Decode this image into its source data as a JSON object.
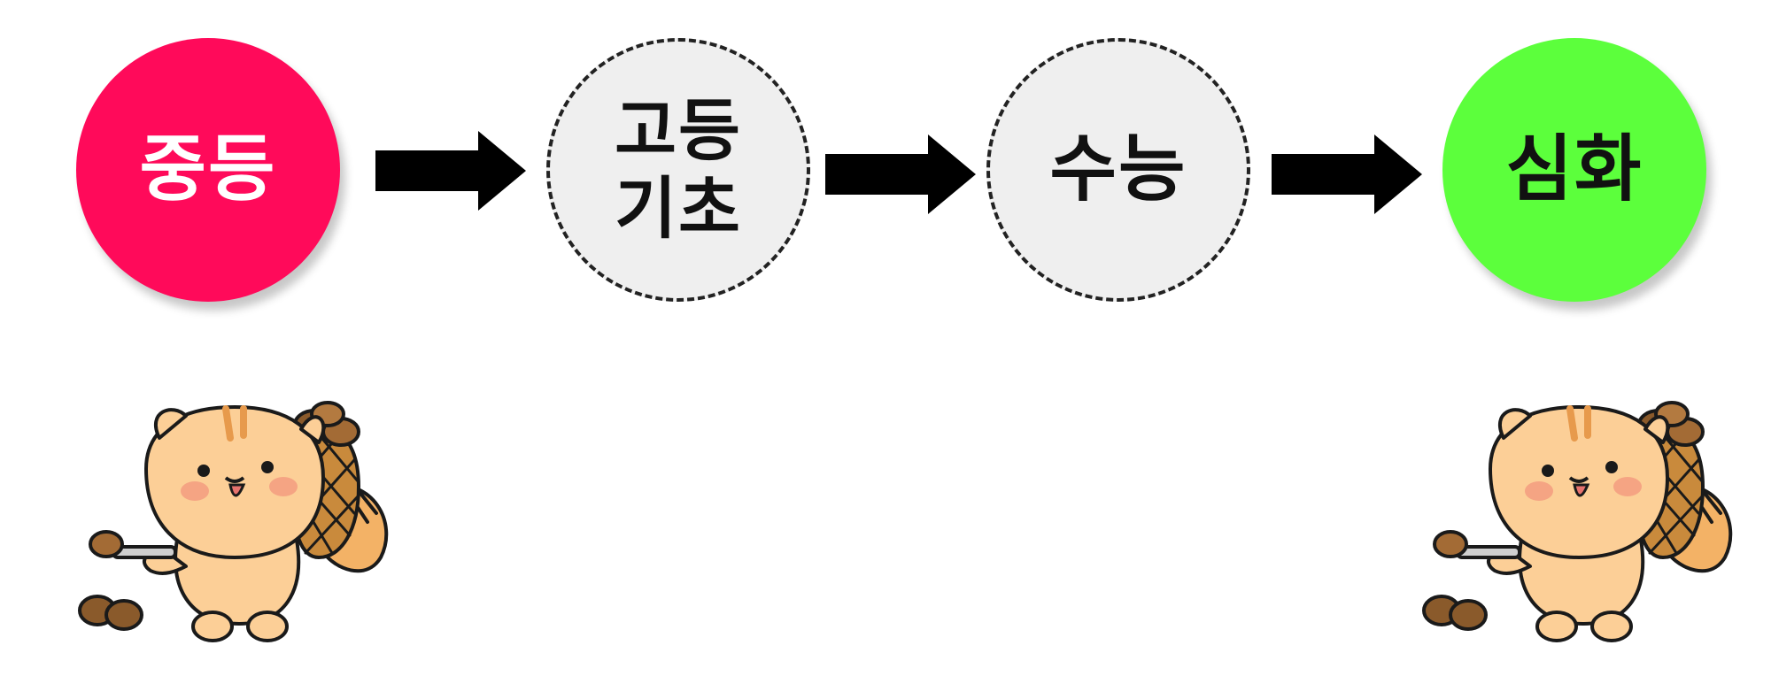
{
  "stages": [
    {
      "label": "중등",
      "fill": "#ff0a5a",
      "style": "filled"
    },
    {
      "label": "고등\n기초",
      "fill": "#efefef",
      "style": "dashed"
    },
    {
      "label": "수능",
      "fill": "#efefef",
      "style": "dashed"
    },
    {
      "label": "심화",
      "fill": "#5cff3c",
      "style": "filled"
    }
  ],
  "connectors": [
    "arrow-right-icon",
    "arrow-right-icon",
    "arrow-right-icon"
  ],
  "mascots": [
    "squirrel-mascot-icon",
    "squirrel-mascot-icon"
  ],
  "colors": {
    "arrow": "#000000",
    "dashed_border": "#222222"
  }
}
